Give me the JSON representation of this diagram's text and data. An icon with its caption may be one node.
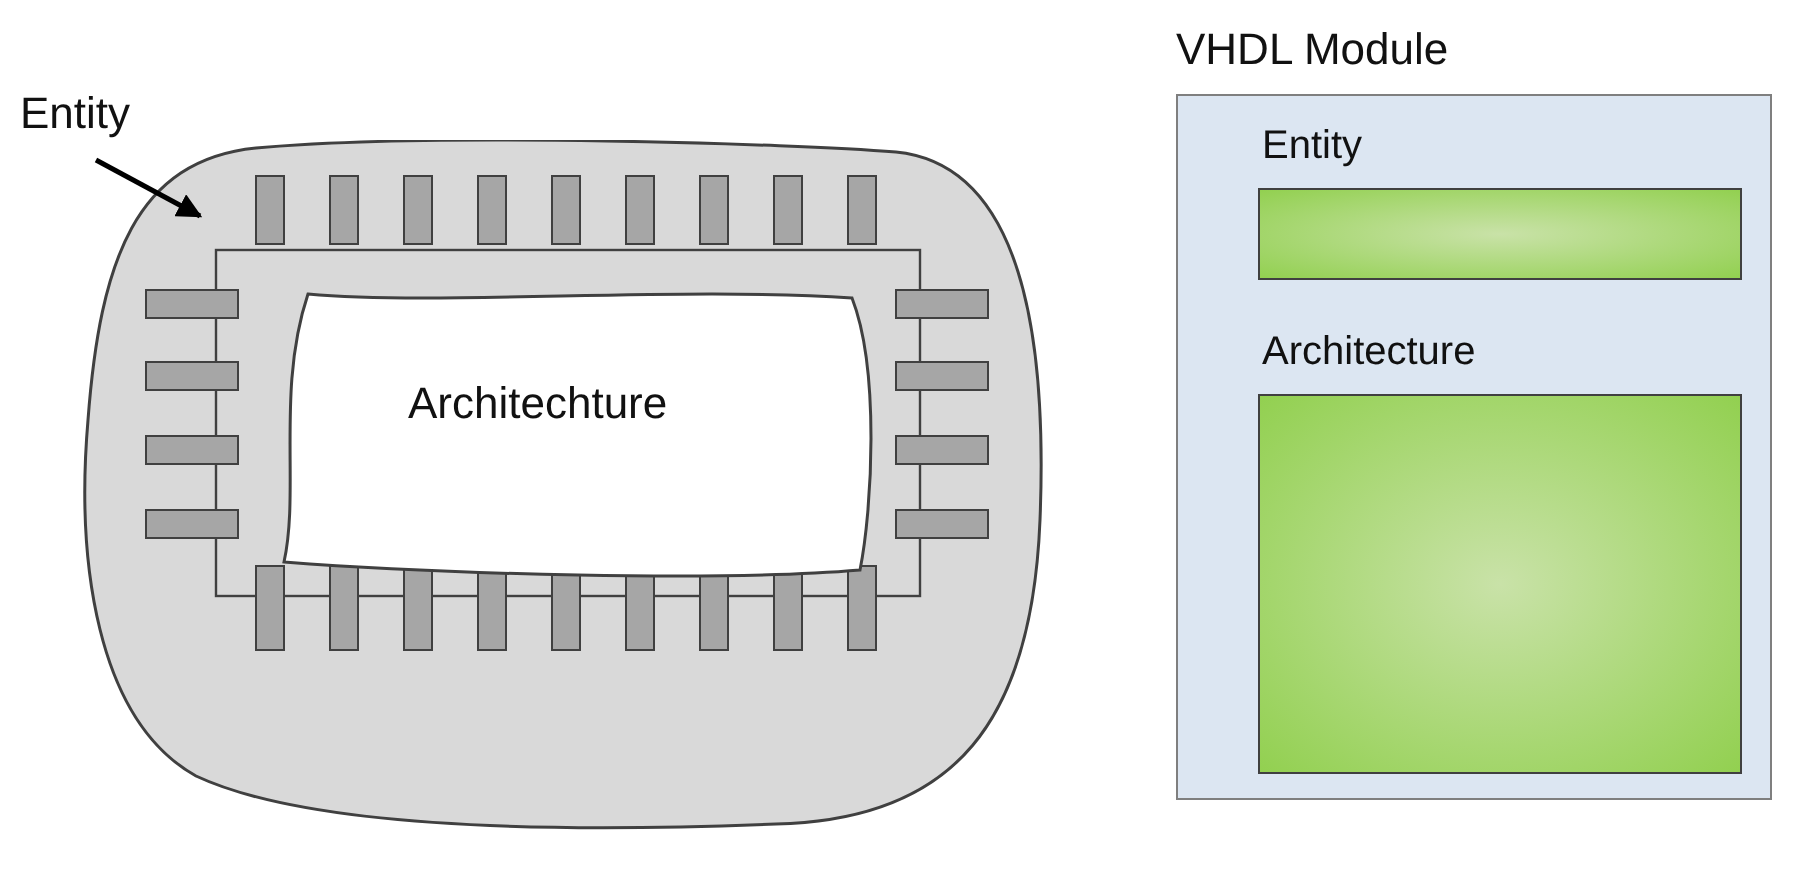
{
  "diagram": {
    "nodes": [
      {
        "text": [
          "Entity"
        ]
      },
      {
        "text": [],
        "shape": "cloud"
      },
      {
        "text": [
          "Architechture"
        ],
        "in": 1
      },
      {
        "text": [
          "VHDL Module"
        ]
      },
      {
        "text": [
          "Entity"
        ],
        "in": 3
      },
      {
        "text": [
          "Architecture"
        ],
        "in": 3
      }
    ],
    "edges": [
      {
        "from": 0,
        "to": 1,
        "arrow": "to"
      }
    ]
  }
}
